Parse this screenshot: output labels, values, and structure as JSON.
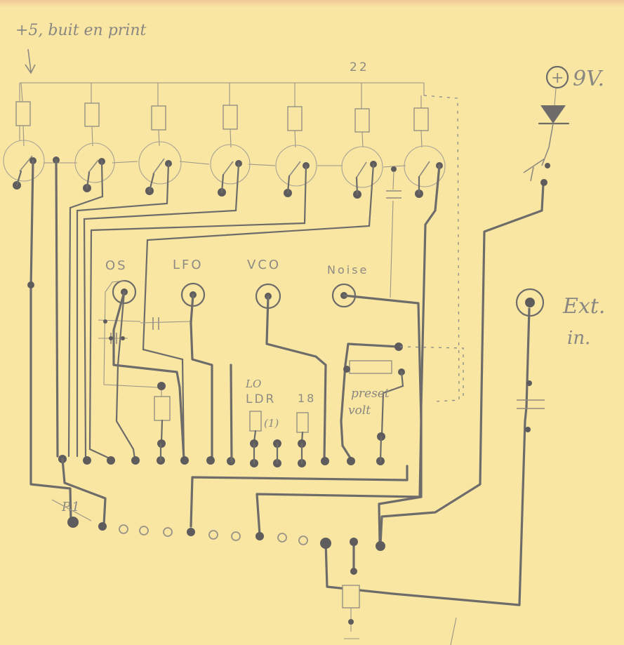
{
  "annotations": {
    "top_note": "+5, buit en print",
    "count_label": "22",
    "battery_label": "9V.",
    "battery_symbol": "+",
    "ext_input_line1": "Ext.",
    "ext_input_line2": "in.",
    "preset_line1": "preset",
    "preset_line2": "volt",
    "p1_label": "P.1"
  },
  "jacks": [
    {
      "label": "OS"
    },
    {
      "label": "LFO"
    },
    {
      "label": "VCO"
    },
    {
      "label": "Noise"
    }
  ],
  "sensors": {
    "ldr_top": "LO",
    "ldr": "LDR",
    "ldr_value": "(1)",
    "right_value": "18"
  },
  "colors": {
    "paper": "#f8e6a2",
    "pencil": "#8f8a80",
    "wire": "#6e6c6a",
    "pad": "#5e5c5c"
  }
}
